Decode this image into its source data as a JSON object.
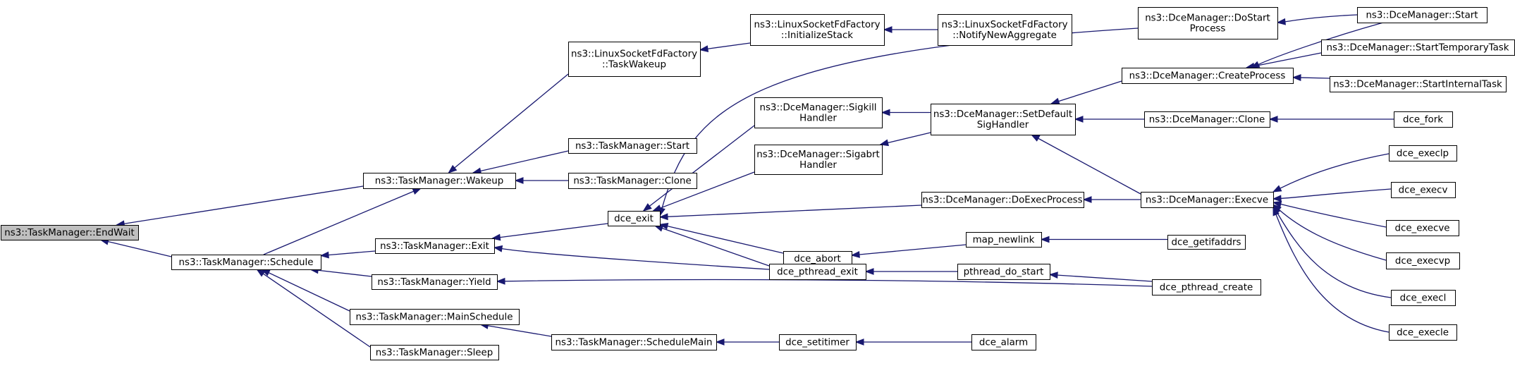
{
  "nodes": [
    {
      "id": "endwait",
      "lines": [
        "ns3::TaskManager::EndWait"
      ],
      "focus": true
    },
    {
      "id": "wakeup",
      "lines": [
        "ns3::TaskManager::Wakeup"
      ]
    },
    {
      "id": "schedule",
      "lines": [
        "ns3::TaskManager::Schedule"
      ]
    },
    {
      "id": "tm_exit",
      "lines": [
        "ns3::TaskManager::Exit"
      ]
    },
    {
      "id": "tm_yield",
      "lines": [
        "ns3::TaskManager::Yield"
      ]
    },
    {
      "id": "mainschedule",
      "lines": [
        "ns3::TaskManager::MainSchedule"
      ]
    },
    {
      "id": "sleep",
      "lines": [
        "ns3::TaskManager::Sleep"
      ]
    },
    {
      "id": "tm_start",
      "lines": [
        "ns3::TaskManager::Start"
      ]
    },
    {
      "id": "tm_clone",
      "lines": [
        "ns3::TaskManager::Clone"
      ]
    },
    {
      "id": "lsff_taskwakeup",
      "lines": [
        "ns3::LinuxSocketFdFactory",
        "::TaskWakeup"
      ]
    },
    {
      "id": "lsff_initstack",
      "lines": [
        "ns3::LinuxSocketFdFactory",
        "::InitializeStack"
      ]
    },
    {
      "id": "lsff_notify",
      "lines": [
        "ns3::LinuxSocketFdFactory",
        "::NotifyNewAggregate"
      ]
    },
    {
      "id": "dce_exit",
      "lines": [
        "dce_exit"
      ]
    },
    {
      "id": "schedulemain",
      "lines": [
        "ns3::TaskManager::ScheduleMain"
      ]
    },
    {
      "id": "dm_sigkill",
      "lines": [
        "ns3::DceManager::Sigkill",
        "Handler"
      ]
    },
    {
      "id": "dm_sigabrt",
      "lines": [
        "ns3::DceManager::Sigabrt",
        "Handler"
      ]
    },
    {
      "id": "dce_abort",
      "lines": [
        "dce_abort"
      ]
    },
    {
      "id": "dce_pthread_exit",
      "lines": [
        "dce_pthread_exit"
      ]
    },
    {
      "id": "dce_setitimer",
      "lines": [
        "dce_setitimer"
      ]
    },
    {
      "id": "dm_setdefault",
      "lines": [
        "ns3::DceManager::SetDefault",
        "SigHandler"
      ]
    },
    {
      "id": "dm_doexec",
      "lines": [
        "ns3::DceManager::DoExecProcess"
      ]
    },
    {
      "id": "map_newlink",
      "lines": [
        "map_newlink"
      ]
    },
    {
      "id": "pthread_do_start",
      "lines": [
        "pthread_do_start"
      ]
    },
    {
      "id": "dce_alarm",
      "lines": [
        "dce_alarm"
      ]
    },
    {
      "id": "dm_dostart",
      "lines": [
        "ns3::DceManager::DoStart",
        "Process"
      ]
    },
    {
      "id": "dm_createprocess",
      "lines": [
        "ns3::DceManager::CreateProcess"
      ]
    },
    {
      "id": "dm_clone",
      "lines": [
        "ns3::DceManager::Clone"
      ]
    },
    {
      "id": "dm_execve",
      "lines": [
        "ns3::DceManager::Execve"
      ]
    },
    {
      "id": "dce_getifaddrs",
      "lines": [
        "dce_getifaddrs"
      ]
    },
    {
      "id": "dce_pthread_create",
      "lines": [
        "dce_pthread_create"
      ]
    },
    {
      "id": "dm_start",
      "lines": [
        "ns3::DceManager::Start"
      ]
    },
    {
      "id": "dm_starttemp",
      "lines": [
        "ns3::DceManager::StartTemporaryTask"
      ]
    },
    {
      "id": "dm_startinternal",
      "lines": [
        "ns3::DceManager::StartInternalTask"
      ]
    },
    {
      "id": "dce_fork",
      "lines": [
        "dce_fork"
      ]
    },
    {
      "id": "dce_execlp",
      "lines": [
        "dce_execlp"
      ]
    },
    {
      "id": "dce_execv",
      "lines": [
        "dce_execv"
      ]
    },
    {
      "id": "dce_execve",
      "lines": [
        "dce_execve"
      ]
    },
    {
      "id": "dce_execvp",
      "lines": [
        "dce_execvp"
      ]
    },
    {
      "id": "dce_execl",
      "lines": [
        "dce_execl"
      ]
    },
    {
      "id": "dce_execle",
      "lines": [
        "dce_execle"
      ]
    }
  ],
  "edges": [
    {
      "from": "wakeup",
      "to": "endwait"
    },
    {
      "from": "schedule",
      "to": "endwait"
    },
    {
      "from": "schedule",
      "to": "wakeup"
    },
    {
      "from": "tm_exit",
      "to": "schedule"
    },
    {
      "from": "tm_yield",
      "to": "schedule"
    },
    {
      "from": "mainschedule",
      "to": "schedule"
    },
    {
      "from": "sleep",
      "to": "schedule"
    },
    {
      "from": "lsff_taskwakeup",
      "to": "wakeup"
    },
    {
      "from": "tm_start",
      "to": "wakeup"
    },
    {
      "from": "tm_clone",
      "to": "wakeup"
    },
    {
      "from": "dce_exit",
      "to": "tm_exit"
    },
    {
      "from": "dce_pthread_exit",
      "to": "tm_exit"
    },
    {
      "from": "dce_pthread_create",
      "to": "tm_yield"
    },
    {
      "from": "schedulemain",
      "to": "mainschedule"
    },
    {
      "from": "lsff_initstack",
      "to": "lsff_taskwakeup"
    },
    {
      "from": "lsff_notify",
      "to": "lsff_initstack"
    },
    {
      "from": "dm_dostart",
      "to": "dce_exit"
    },
    {
      "from": "dm_sigkill",
      "to": "dce_exit"
    },
    {
      "from": "dm_sigabrt",
      "to": "dce_exit"
    },
    {
      "from": "dm_doexec",
      "to": "dce_exit"
    },
    {
      "from": "dce_abort",
      "to": "dce_exit"
    },
    {
      "from": "dce_pthread_exit",
      "to": "dce_exit"
    },
    {
      "from": "dce_setitimer",
      "to": "schedulemain"
    },
    {
      "from": "dm_setdefault",
      "to": "dm_sigkill"
    },
    {
      "from": "dm_setdefault",
      "to": "dm_sigabrt"
    },
    {
      "from": "map_newlink",
      "to": "dce_abort"
    },
    {
      "from": "pthread_do_start",
      "to": "dce_pthread_exit"
    },
    {
      "from": "dce_alarm",
      "to": "dce_setitimer"
    },
    {
      "from": "dm_createprocess",
      "to": "dm_setdefault"
    },
    {
      "from": "dm_clone",
      "to": "dm_setdefault"
    },
    {
      "from": "dm_execve",
      "to": "dm_setdefault"
    },
    {
      "from": "dm_execve",
      "to": "dm_doexec"
    },
    {
      "from": "dce_getifaddrs",
      "to": "map_newlink"
    },
    {
      "from": "dce_pthread_create",
      "to": "pthread_do_start"
    },
    {
      "from": "dm_start",
      "to": "dm_dostart"
    },
    {
      "from": "dm_start",
      "to": "dm_createprocess"
    },
    {
      "from": "dm_starttemp",
      "to": "dm_createprocess"
    },
    {
      "from": "dm_startinternal",
      "to": "dm_createprocess"
    },
    {
      "from": "dce_fork",
      "to": "dm_clone"
    },
    {
      "from": "dce_execlp",
      "to": "dm_execve"
    },
    {
      "from": "dce_execv",
      "to": "dm_execve"
    },
    {
      "from": "dce_execve",
      "to": "dm_execve"
    },
    {
      "from": "dce_execvp",
      "to": "dm_execve"
    },
    {
      "from": "dce_execl",
      "to": "dm_execve"
    },
    {
      "from": "dce_execle",
      "to": "dm_execve"
    }
  ]
}
